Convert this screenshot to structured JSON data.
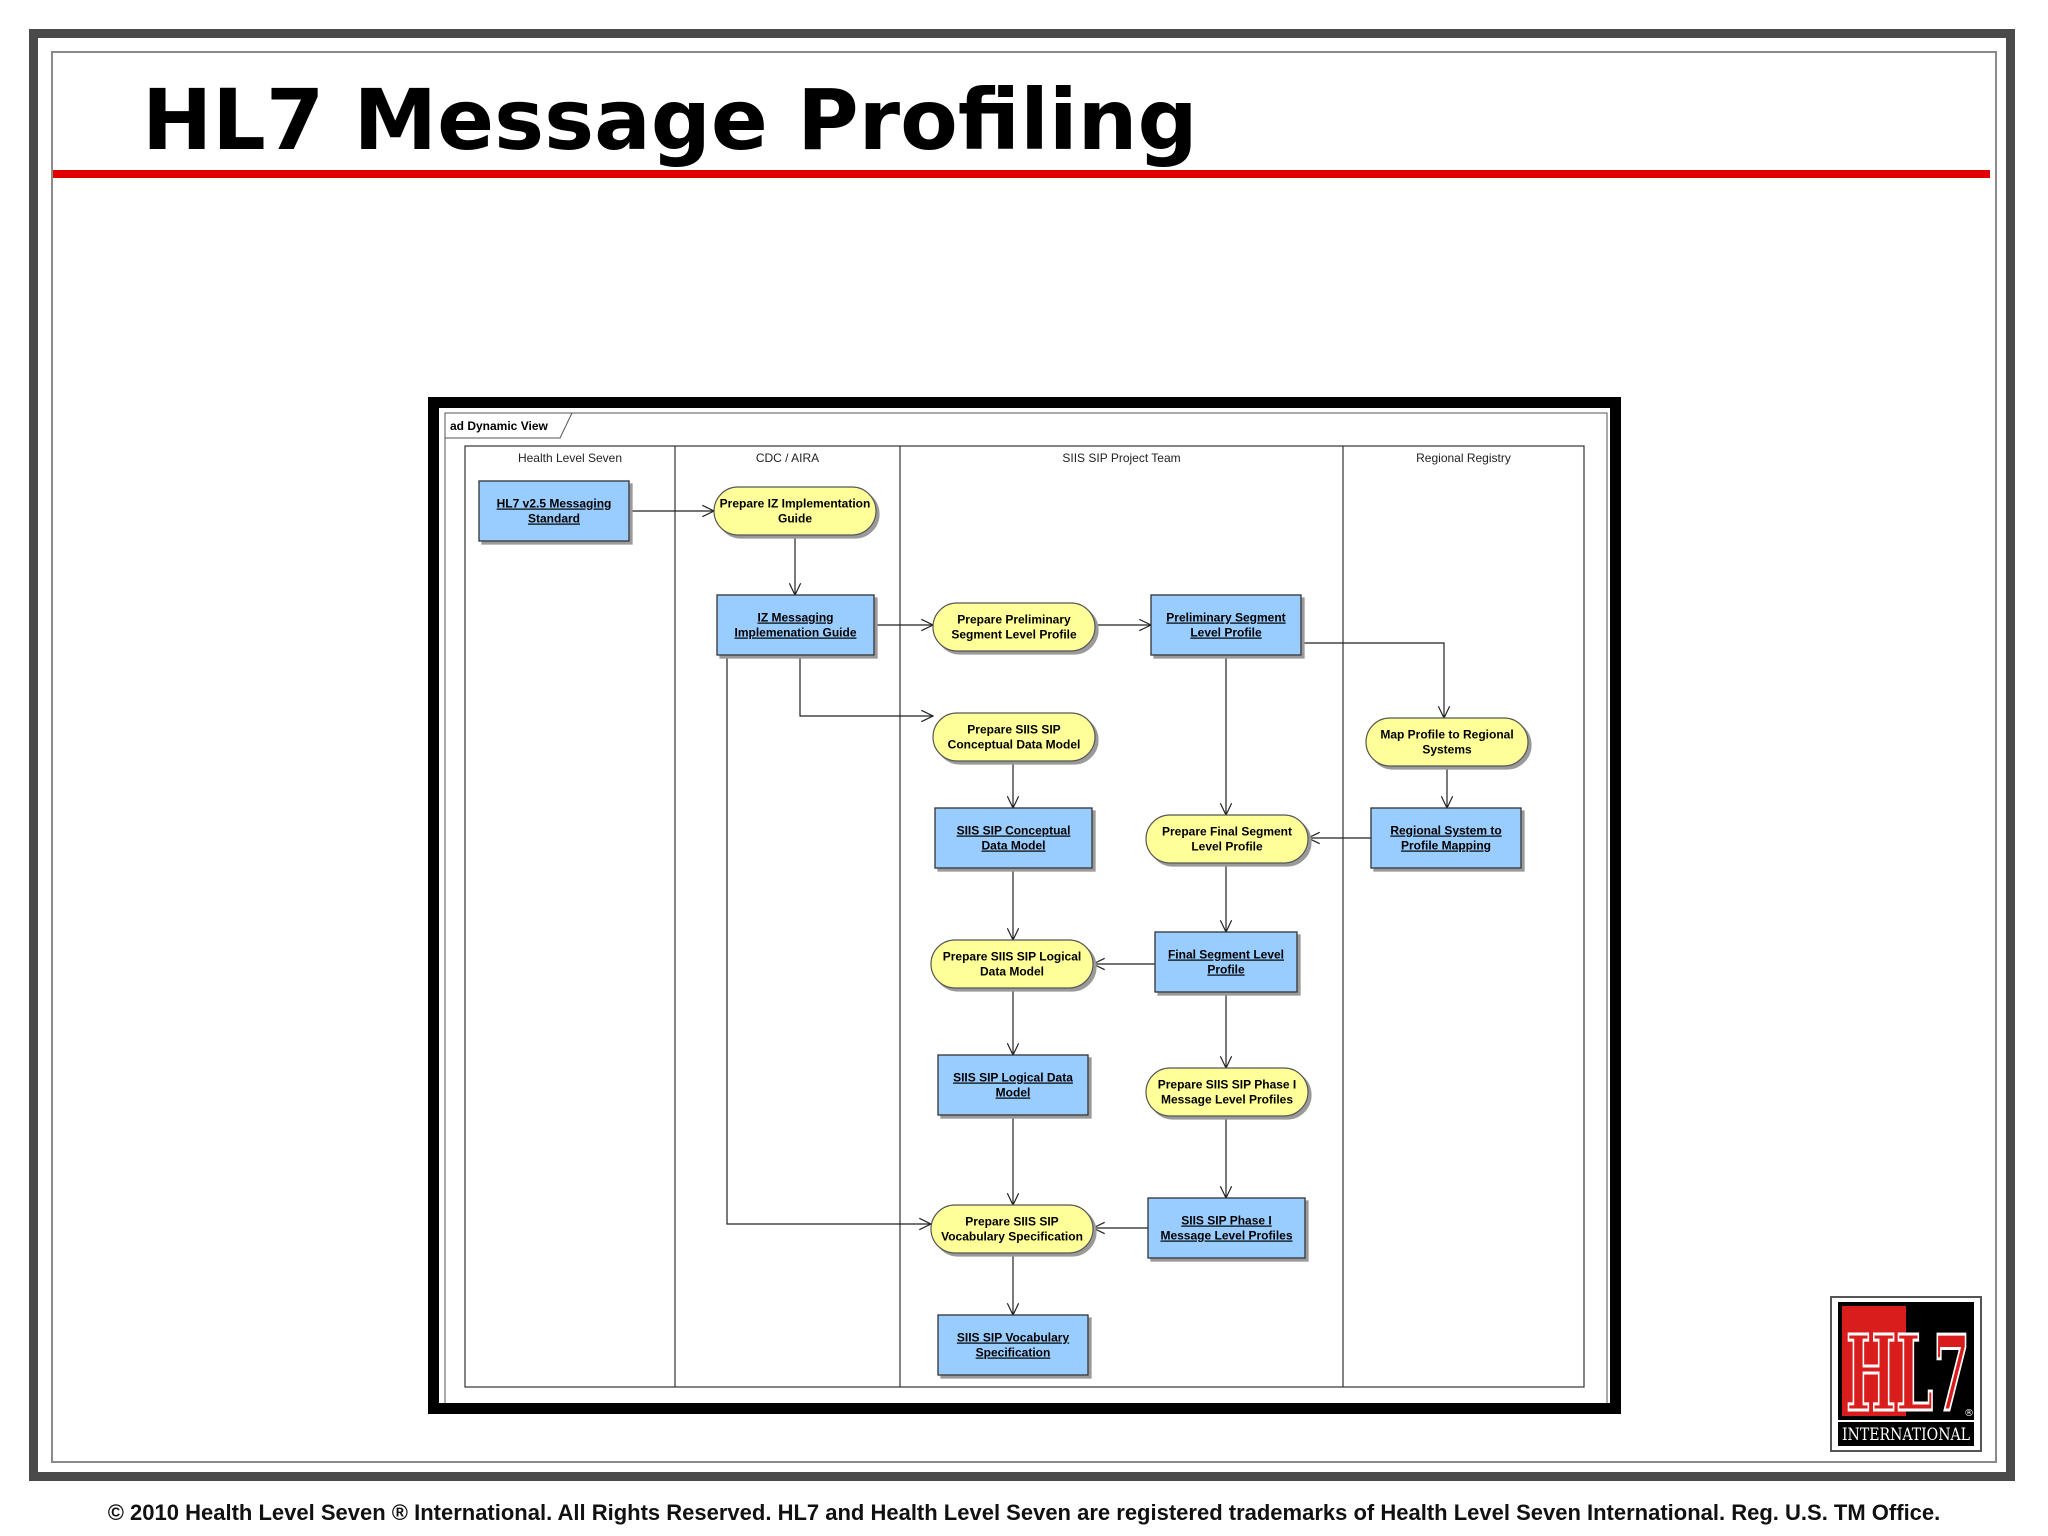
{
  "slide": {
    "title": "HL7 Message Profiling",
    "footer": "© 2010 Health Level Seven ® International. All Rights Reserved. HL7 and Health Level Seven are registered trademarks of Health Level Seven International. Reg. U.S. TM Office.",
    "accent_color": "#e00000"
  },
  "logo": {
    "mark": "HL7",
    "wordmark": "INTERNATIONAL",
    "registered": "®"
  },
  "diagram": {
    "frame_label": "ad Dynamic View",
    "colors": {
      "artifact_fill": "#99ccff",
      "activity_fill": "#ffff99"
    },
    "lanes": [
      {
        "id": "hl7",
        "title": "Health Level Seven"
      },
      {
        "id": "cdc",
        "title": "CDC / AIRA"
      },
      {
        "id": "siis",
        "title": "SIIS SIP Project Team"
      },
      {
        "id": "regional",
        "title": "Regional Registry"
      }
    ],
    "nodes": [
      {
        "id": "n1",
        "kind": "artifact",
        "lines": [
          "HL7 v2.5 Messaging",
          "Standard"
        ]
      },
      {
        "id": "n2",
        "kind": "activity",
        "lines": [
          "Prepare IZ Implementation",
          "Guide"
        ]
      },
      {
        "id": "n3",
        "kind": "artifact",
        "lines": [
          "IZ Messaging",
          "Implemenation Guide"
        ]
      },
      {
        "id": "n4",
        "kind": "activity",
        "lines": [
          "Prepare Preliminary",
          "Segment Level Profile"
        ]
      },
      {
        "id": "n5",
        "kind": "artifact",
        "lines": [
          "Preliminary Segment",
          "Level Profile"
        ]
      },
      {
        "id": "n6",
        "kind": "activity",
        "lines": [
          "Prepare SIIS SIP",
          "Conceptual Data Model"
        ]
      },
      {
        "id": "n7",
        "kind": "activity",
        "lines": [
          "Map Profile to Regional",
          "Systems"
        ]
      },
      {
        "id": "n8",
        "kind": "artifact",
        "lines": [
          "SIIS SIP Conceptual",
          "Data Model"
        ]
      },
      {
        "id": "n9",
        "kind": "activity",
        "lines": [
          "Prepare Final Segment",
          "Level Profile"
        ]
      },
      {
        "id": "n10",
        "kind": "artifact",
        "lines": [
          "Regional System to",
          "Profile Mapping"
        ]
      },
      {
        "id": "n11",
        "kind": "activity",
        "lines": [
          "Prepare SIIS SIP Logical",
          "Data Model"
        ]
      },
      {
        "id": "n12",
        "kind": "artifact",
        "lines": [
          "Final Segment Level",
          "Profile"
        ]
      },
      {
        "id": "n13",
        "kind": "artifact",
        "lines": [
          "SIIS SIP Logical Data",
          "Model"
        ]
      },
      {
        "id": "n14",
        "kind": "activity",
        "lines": [
          "Prepare SIIS SIP Phase I",
          "Message Level Profiles"
        ]
      },
      {
        "id": "n15",
        "kind": "activity",
        "lines": [
          "Prepare SIIS SIP",
          "Vocabulary Specification"
        ]
      },
      {
        "id": "n16",
        "kind": "artifact",
        "lines": [
          "SIIS SIP Phase I",
          "Message Level Profiles"
        ]
      },
      {
        "id": "n17",
        "kind": "artifact",
        "lines": [
          "SIIS SIP Vocabulary",
          "Specification"
        ]
      }
    ],
    "edges": [
      {
        "from": "n1",
        "to": "n2"
      },
      {
        "from": "n2",
        "to": "n3"
      },
      {
        "from": "n3",
        "to": "n4"
      },
      {
        "from": "n4",
        "to": "n5"
      },
      {
        "from": "n3",
        "to": "n6"
      },
      {
        "from": "n3",
        "to": "n15"
      },
      {
        "from": "n5",
        "to": "n7"
      },
      {
        "from": "n5",
        "to": "n9"
      },
      {
        "from": "n6",
        "to": "n8"
      },
      {
        "from": "n7",
        "to": "n10"
      },
      {
        "from": "n10",
        "to": "n9"
      },
      {
        "from": "n8",
        "to": "n11"
      },
      {
        "from": "n9",
        "to": "n12"
      },
      {
        "from": "n12",
        "to": "n11"
      },
      {
        "from": "n11",
        "to": "n13"
      },
      {
        "from": "n12",
        "to": "n14"
      },
      {
        "from": "n13",
        "to": "n15"
      },
      {
        "from": "n14",
        "to": "n16"
      },
      {
        "from": "n16",
        "to": "n15"
      },
      {
        "from": "n15",
        "to": "n17"
      }
    ]
  }
}
